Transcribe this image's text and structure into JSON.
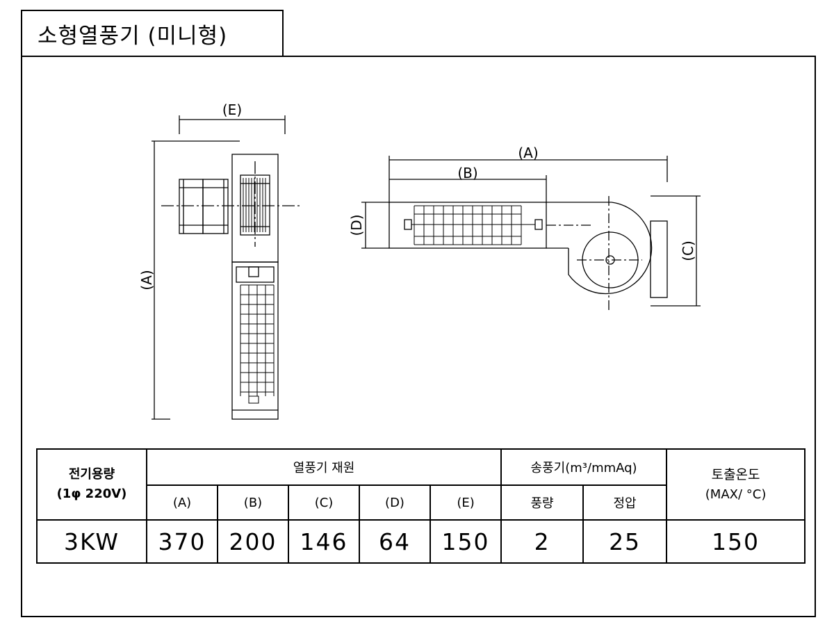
{
  "title": "소형열풍기 (미니형)",
  "dimension_labels": {
    "A": "(A)",
    "B": "(B)",
    "C": "(C)",
    "D": "(D)",
    "E": "(E)"
  },
  "table": {
    "power_header_line1": "전기용량",
    "power_header_line2": "(1φ 220V)",
    "spec_header": "열풍기 재원",
    "blower_header": "송풍기(m³/mmAq)",
    "temp_header_line1": "토출온도",
    "temp_header_line2": "(MAX/ °C)",
    "sub_headers": [
      "(A)",
      "(B)",
      "(C)",
      "(D)",
      "(E)",
      "풍량",
      "정압"
    ],
    "values": {
      "power": "3KW",
      "A": "370",
      "B": "200",
      "C": "146",
      "D": "64",
      "E": "150",
      "air_volume": "2",
      "static_pressure": "25",
      "max_temp": "150"
    }
  }
}
